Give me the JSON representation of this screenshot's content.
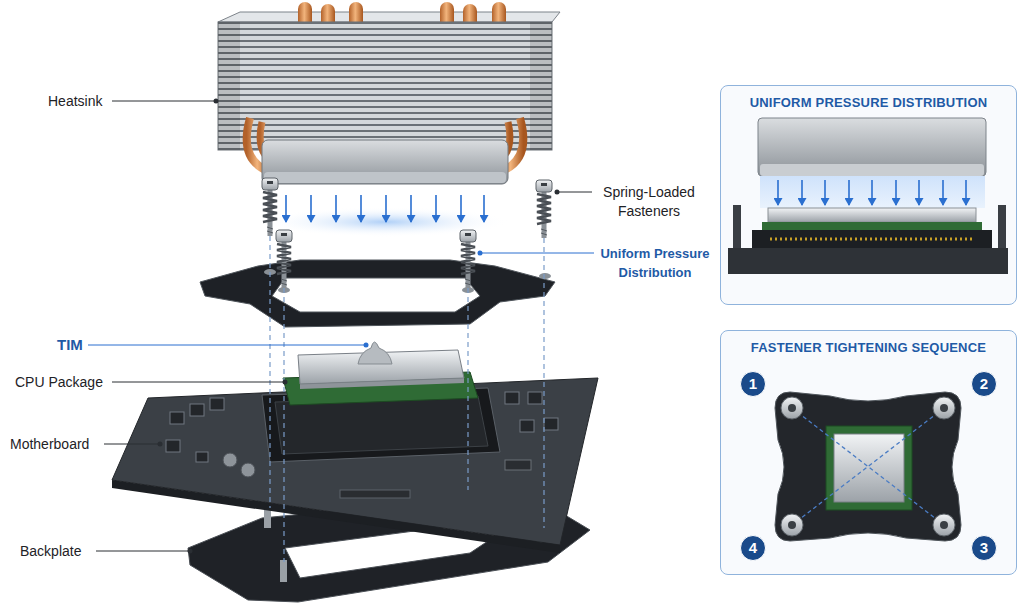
{
  "diagram": {
    "nodes": [
      {
        "text": [
          "UNIFORM PRESSURE DISTRIBUTION"
        ]
      },
      {
        "text": [
          "FASTENER TIGHTENING SEQUENCE"
        ]
      },
      {
        "text": [
          "1"
        ],
        "in": 1
      },
      {
        "text": [
          "2"
        ],
        "in": 1
      },
      {
        "text": [
          "4"
        ],
        "in": 1
      },
      {
        "text": [
          "3"
        ],
        "in": 1
      }
    ],
    "labels": [
      "Heatsink",
      "Spring-Loaded Fasteners",
      "Uniform Pressure Distribution",
      "TIM",
      "CPU Package",
      "Motherboard",
      "Backplate"
    ]
  }
}
